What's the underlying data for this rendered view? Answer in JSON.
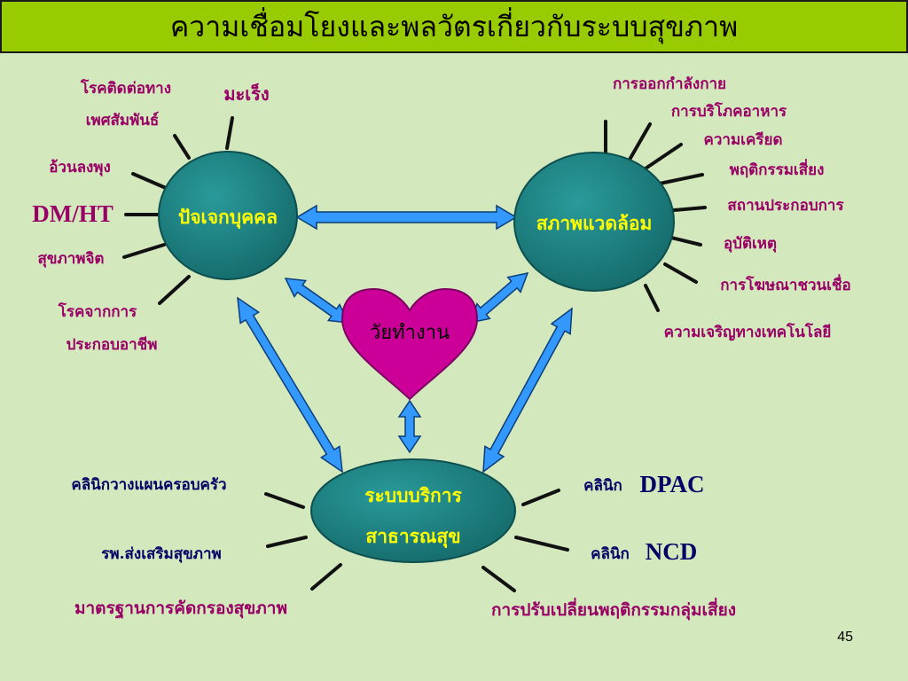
{
  "title": "ความเชื่อมโยงและพลวัตรเกี่ยวกับระบบสุขภาพ",
  "page_number": "45",
  "nodes": {
    "individual": "ปัจเจกบุคคล",
    "environment": "สภาพแวดล้อม",
    "health_system_line1": "ระบบบริการ",
    "health_system_line2": "สาธารณสุข",
    "heart": "วัยทำงาน"
  },
  "individual_factors": {
    "std_line1": "โรคติดต่อทาง",
    "std_line2": "เพศสัมพันธ์",
    "cancer": "มะเร็ง",
    "obesity": "อ้วนลงพุง",
    "dmht": "DM/HT",
    "mental": "สุขภาพจิต",
    "occ_line1": "โรคจากการ",
    "occ_line2": "ประกอบอาชีพ"
  },
  "environment_factors": {
    "exercise": "การออกกำลังกาย",
    "food": "การบริโภคอาหาร",
    "stress": "ความเครียด",
    "risk_behavior": "พฤติกรรมเสี่ยง",
    "workplace": "สถานประกอบการ",
    "accident": "อุบัติเหตุ",
    "advertising": "การโฆษณาชวนเชื่อ",
    "technology": "ความเจริญทางเทคโนโลยี"
  },
  "service_factors": {
    "family_planning": "คลินิกวางแผนครอบครัว",
    "health_promo_hospital": "รพ.ส่งเสริมสุขภาพ",
    "screening": "มาตรฐานการคัดกรองสุขภาพ",
    "dpac_prefix": "คลินิก",
    "dpac": "DPAC",
    "ncd_prefix": "คลินิก",
    "ncd": "NCD",
    "behavior_change": "การปรับเปลี่ยนพฤติกรรมกลุ่มเสี่ยง"
  },
  "colors": {
    "background": "#d4e8bd",
    "title_bar": "#99cc00",
    "node_fill": "#1e8080",
    "node_text": "#ffff00",
    "factor_text": "#990066",
    "service_text": "#000066",
    "arrow": "#3399ff",
    "heart": "#cc0099"
  }
}
